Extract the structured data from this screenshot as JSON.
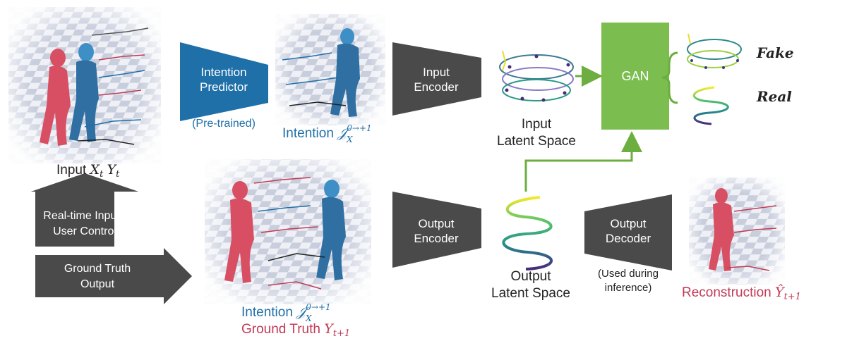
{
  "intention_predictor": {
    "line1": "Intention",
    "line2": "Predictor",
    "note": "(Pre-trained)"
  },
  "input_encoder": {
    "line1": "Input",
    "line2": "Encoder"
  },
  "output_encoder": {
    "line1": "Output",
    "line2": "Encoder"
  },
  "output_decoder": {
    "line1": "Output",
    "line2": "Decoder",
    "note1": "(Used during",
    "note2": "inference)"
  },
  "gan": {
    "label": "GAN",
    "fake": "Fake",
    "real": "Real"
  },
  "input_latent": {
    "line1": "Input",
    "line2": "Latent Space"
  },
  "output_latent": {
    "line1": "Output",
    "line2": "Latent Space"
  },
  "input_caption": {
    "prefix": "Input ",
    "x": "X",
    "x_sub": "t",
    "y": "Y",
    "y_sub": "t"
  },
  "intention_top": {
    "prefix": "Intention ",
    "sym": "𝒥",
    "sup": "0→+1",
    "sub": "X"
  },
  "intention_bottom": {
    "prefix": "Intention ",
    "sym": "𝒥",
    "sup": "0→+1",
    "sub": "X"
  },
  "ground_truth": {
    "prefix": "Ground Truth ",
    "sym": "Y",
    "sub": "t+1"
  },
  "reconstruction": {
    "prefix": "Reconstruction ",
    "sym": "Ŷ",
    "sub": "t+1"
  },
  "realtime_arrow": {
    "line1": "Real-time Input /",
    "line2": "User Control"
  },
  "gt_arrow": {
    "line1": "Ground Truth",
    "line2": "Output"
  },
  "colors": {
    "predictor_blue": "#1f6fa8",
    "module_gray": "#4a4a4a",
    "gan_green": "#7cbd50",
    "arrow_green": "#6cae3f",
    "intention_blue": "#1f6fa8",
    "truth_red": "#c23a55",
    "char_blue": "#3f8fc7",
    "char_red": "#d84f63"
  }
}
